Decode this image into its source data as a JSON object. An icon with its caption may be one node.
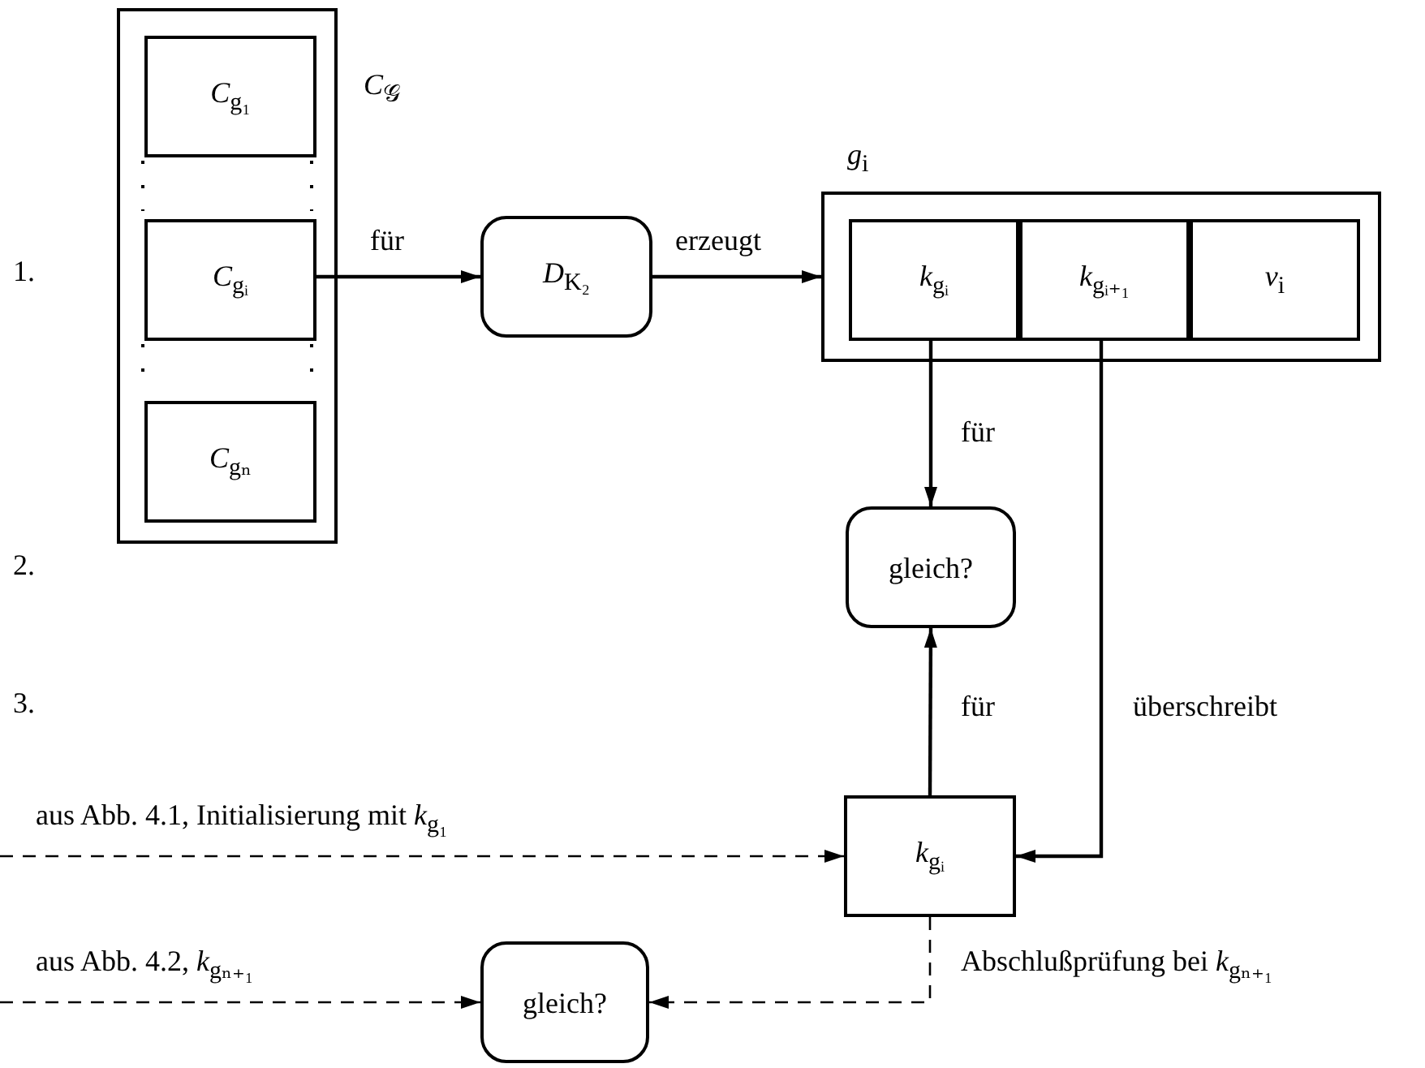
{
  "diagram": {
    "nodes": [
      {
        "text": [
          "*C*$_{𝒢}$"
        ]
      },
      {
        "text": [
          "*C*$_{g₁}$"
        ],
        "in": 0
      },
      {
        "text": [
          "*C*$_{gᵢ}$"
        ],
        "in": 0
      },
      {
        "text": [
          "*C*$_{gₙ}$"
        ],
        "in": 0
      },
      {
        "text": [
          "*D*$_{K₂}$"
        ]
      },
      {
        "text": [
          "*g*$_{i}$"
        ]
      },
      {
        "text": [
          "*k*$_{gᵢ}$"
        ],
        "in": 5
      },
      {
        "text": [
          "*k*$_{gᵢ₊₁}$"
        ],
        "in": 5
      },
      {
        "text": [
          "*v*$_{i}$"
        ],
        "in": 5
      },
      {
        "text": [
          "gleich?"
        ]
      },
      {
        "text": [
          "*k*$_{gᵢ}$"
        ]
      },
      {
        "text": [
          "gleich?"
        ]
      }
    ],
    "edges": [
      {
        "from": 2,
        "to": 4,
        "arrow": "to",
        "label": "für"
      },
      {
        "from": 4,
        "to": 5,
        "arrow": "to",
        "label": "erzeugt"
      },
      {
        "from": 6,
        "to": 9,
        "arrow": "to",
        "label": "für"
      },
      {
        "from": 10,
        "to": 9,
        "arrow": "to",
        "label": "für"
      },
      {
        "from": 7,
        "to": 10,
        "arrow": "to",
        "label": "überschreibt"
      },
      {
        "from": null,
        "to": 10,
        "arrow": "to",
        "style": "dashed",
        "label": "aus Abb. 4.1, Initialisierung mit *k*$_{g₁}$"
      },
      {
        "from": null,
        "to": 11,
        "arrow": "to",
        "style": "dashed",
        "label": "aus Abb. 4.2, *k*$_{gₙ₊₁}$"
      },
      {
        "from": 10,
        "to": 11,
        "arrow": "to",
        "style": "dashed",
        "label": "Abschlußprüfung bei *k*$_{gₙ₊₁}$"
      }
    ],
    "labels": [
      "1.",
      "2.",
      "3."
    ]
  }
}
